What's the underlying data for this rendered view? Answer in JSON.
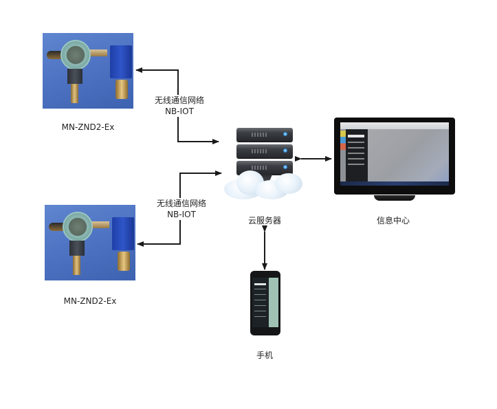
{
  "diagram": {
    "type": "network-architecture",
    "nodes": {
      "device_top": {
        "label": "MN-ZND2-Ex",
        "icon": "pressure-transmitter-photo"
      },
      "device_bottom": {
        "label": "MN-ZND2-Ex",
        "icon": "pressure-transmitter-photo"
      },
      "cloud_server": {
        "label": "云服务器",
        "icon": "cloud-server-icon"
      },
      "info_center": {
        "label": "信息中心",
        "icon": "monitor-icon"
      },
      "mobile": {
        "label": "手机",
        "icon": "smartphone-icon"
      }
    },
    "links": {
      "top": {
        "line1": "无线通信网络",
        "line2": "NB-IOT",
        "from": "device_top",
        "to": "cloud_server",
        "direction": "bidirectional"
      },
      "bottom": {
        "line1": "无线通信网络",
        "line2": "NB-IOT",
        "from": "device_bottom",
        "to": "cloud_server",
        "direction": "bidirectional"
      },
      "server_monitor": {
        "from": "cloud_server",
        "to": "info_center",
        "direction": "bidirectional"
      },
      "server_phone": {
        "from": "cloud_server",
        "to": "mobile",
        "direction": "bidirectional"
      }
    },
    "colors": {
      "line": "#1a1a1a",
      "device_background": "#4f74c3",
      "led": "#2b8fe0"
    }
  }
}
